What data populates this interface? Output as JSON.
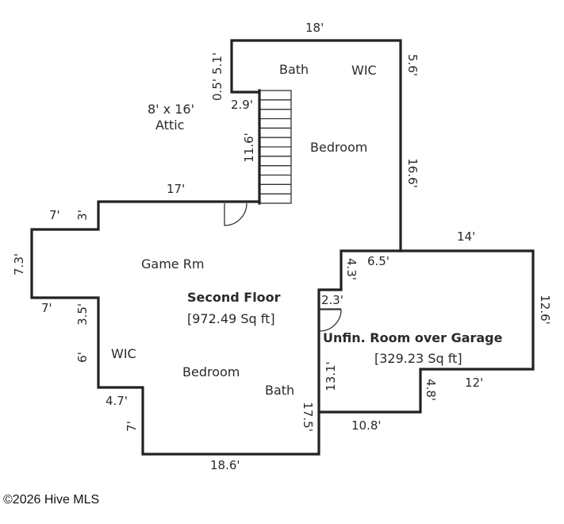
{
  "floor": {
    "name": "Second Floor",
    "area": "[972.49 Sq ft]"
  },
  "garage_room": {
    "name": "Unfin. Room over Garage",
    "area": "[329.23 Sq ft]"
  },
  "rooms": {
    "bath_upper": "Bath",
    "wic_upper": "WIC",
    "bedroom_upper": "Bedroom",
    "attic_size": "8' x 16'",
    "attic": "Attic",
    "game_room": "Game Rm",
    "wic_lower": "WIC",
    "bedroom_lower": "Bedroom",
    "bath_lower": "Bath"
  },
  "dimensions": {
    "top_18": "18'",
    "left_5_1": "5.1'",
    "left_0_5": "0.5'",
    "ledge_2_9": "2.9'",
    "right_5_6": "5.6'",
    "stair_11_6": "11.6'",
    "right_16_6": "16.6'",
    "top_17": "17'",
    "step_7_top": "7'",
    "step_3": "3'",
    "left_7_3": "7.3'",
    "step_7_bottom": "7'",
    "step_3_5": "3.5'",
    "left_6": "6'",
    "step_4_7": "4.7'",
    "left_7": "7'",
    "bottom_18_6": "18.6'",
    "garage_top_14": "14'",
    "garage_6_5": "6.5'",
    "garage_4_3": "4.3'",
    "garage_2_3": "2.3'",
    "garage_right_12_6": "12.6'",
    "garage_13_1": "13.1'",
    "garage_12": "12'",
    "garage_4_8": "4.8'",
    "right_17_5": "17.5'",
    "garage_bottom_10_8": "10.8'"
  },
  "footer": {
    "copyright": "©2026 Hive MLS"
  }
}
